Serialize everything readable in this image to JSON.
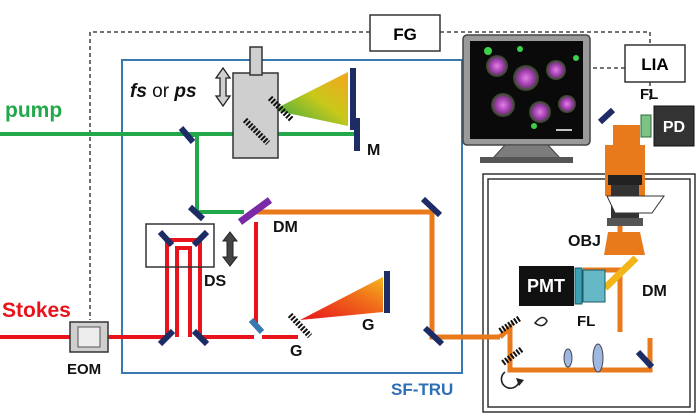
{
  "labels": {
    "fg": "FG",
    "lia": "LIA",
    "pump": "pump",
    "stokes": "Stokes",
    "eom": "EOM",
    "fs": "fs",
    "or": " or ",
    "ps": "ps",
    "m": "M",
    "dm_left": "DM",
    "ds": "DS",
    "g_upper": "G",
    "g_lower": "G",
    "sftru": "SF-TRU",
    "fl_top": "FL",
    "pd": "PD",
    "obj": "OBJ",
    "pmt": "PMT",
    "fl_mid": "FL",
    "dm_right": "DM"
  },
  "colors": {
    "pump": "#22a84a",
    "stokes": "#e8141b",
    "combined": "#e87a1c",
    "sftru_box": "#3a78b0",
    "sftru_text": "#2f6fb5",
    "mirror": "#1e2c66",
    "dichroic": "#7a2aa6",
    "dichroic_right": "#f2b51a",
    "lens": "#9fb8e0",
    "filter": "#7dc383",
    "pmt_filter": "#3ba0b3"
  },
  "icons": [
    "double-arrow-vertical-icon",
    "monitor-icon",
    "rotation-arrow-icon"
  ]
}
